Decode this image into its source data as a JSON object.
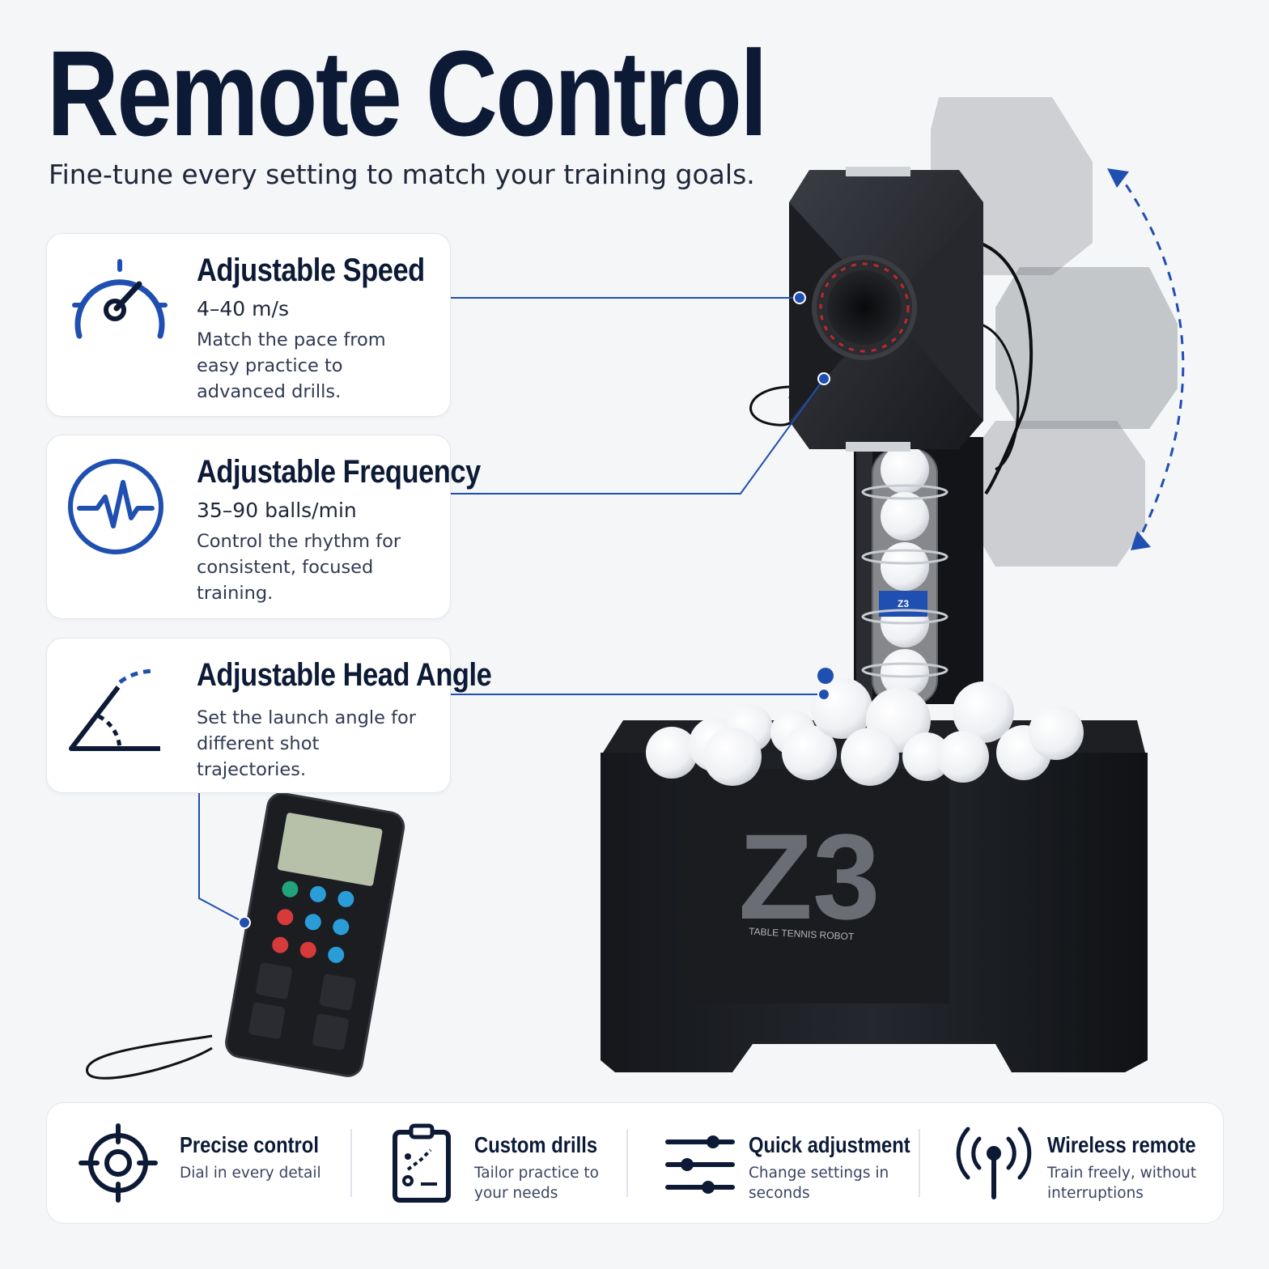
{
  "header": {
    "title": "Remote Control",
    "subtitle": "Fine-tune every setting to match your training goals."
  },
  "features": [
    {
      "title": "Adjustable Speed",
      "value": "4–40 m/s",
      "description": "Match the pace from easy practice to advanced drills.",
      "icon": "speedometer-icon"
    },
    {
      "title": "Adjustable Frequency",
      "value": "35–90 balls/min",
      "description": "Control the rhythm for consistent, focused training.",
      "icon": "pulse-wave-icon"
    },
    {
      "title": "Adjustable Head Angle",
      "value": "",
      "description": "Set the launch angle for different shot trajectories.",
      "icon": "angle-icon"
    }
  ],
  "product": {
    "brand_mark": "Z3",
    "brand_subtitle": "TABLE TENNIS ROBOT",
    "tube_label": "Z3"
  },
  "benefits": [
    {
      "title": "Precise control",
      "description": "Dial in every detail",
      "icon": "target-icon"
    },
    {
      "title": "Custom drills",
      "description": "Tailor practice to your needs",
      "icon": "clipboard-icon"
    },
    {
      "title": "Quick adjustment",
      "description": "Change settings in seconds",
      "icon": "sliders-icon"
    },
    {
      "title": "Wireless remote",
      "description": "Train freely, without interruptions",
      "icon": "antenna-icon"
    }
  ],
  "colors": {
    "navy": "#0c1a36",
    "accent_blue": "#1f4fb0",
    "product_black": "#1a1c20"
  }
}
